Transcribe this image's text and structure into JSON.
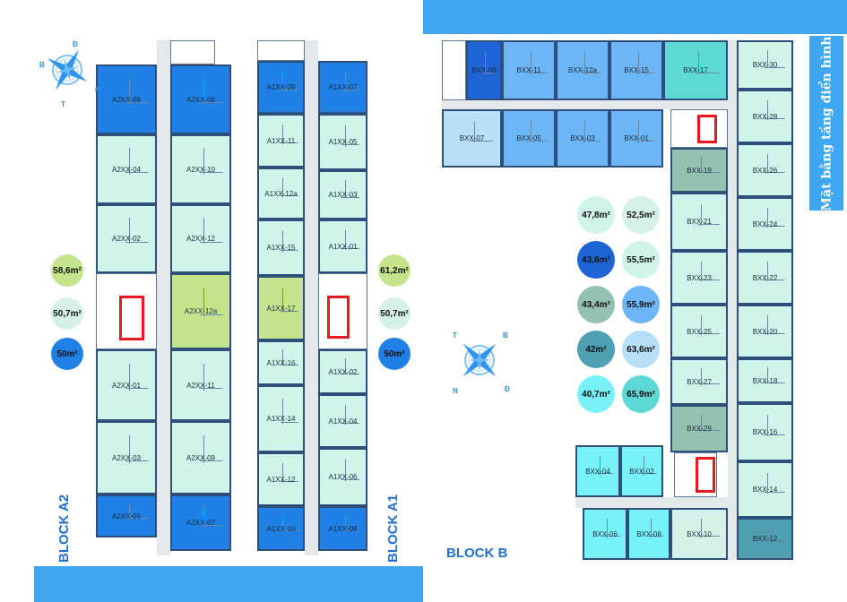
{
  "title": "Mặt bằng tầng điển hình",
  "blocks": {
    "a2": "BLOCK A2",
    "a1": "BLOCK A1",
    "b": "BLOCK B"
  },
  "compass": {
    "n": "B",
    "s": "N",
    "e": "Đ",
    "w": "T"
  },
  "colors": {
    "mint": "#cff5ea",
    "blue": "#1f80e6",
    "green": "#c4e48c",
    "bblue": "#6cb6f6",
    "dblue": "#1e64d6",
    "lblue": "#b8dffa",
    "teal": "#5dd8d4",
    "sage": "#93c2b0",
    "dteal": "#4e9fb2",
    "cyan": "#78f2f8",
    "pale": "#d5f1e8"
  },
  "a2": {
    "units": [
      "A2XX-06",
      "A2XX-04",
      "A2XX-02",
      "A2XX-01",
      "A2XX-03",
      "A2XX-05",
      "A2XX-08",
      "A2XX-10",
      "A2XX-12",
      "A2XX-12a",
      "A2XX-11",
      "A2XX-09",
      "A2XX-07"
    ],
    "areas": [
      "58,6m²",
      "50,7m²",
      "50m²"
    ]
  },
  "a1": {
    "units": [
      "A1XX-09",
      "A1XX-11",
      "A1XX-12a",
      "A1XX-15",
      "A1XX-17",
      "A1XX-16",
      "A1XX-14",
      "A1XX-12",
      "A1XX-10",
      "A1XX-07",
      "A1XX-05",
      "A1XX-03",
      "A1XX-01",
      "A1XX-02",
      "A1XX-04",
      "A1XX-06",
      "A1XX-08"
    ],
    "areas": [
      "61,2m²",
      "50,7m²",
      "50m²"
    ]
  },
  "b": {
    "units": [
      "BXX-09",
      "BXX-11",
      "BXX-12a",
      "BXX-15",
      "BXX-17",
      "BXX-07",
      "BXX-05",
      "BXX-03",
      "BXX-01",
      "BXX-30",
      "BXX-28",
      "BXX-26",
      "BXX-24",
      "BXX-22",
      "BXX-20",
      "BXX-18",
      "BXX-16",
      "BXX-14",
      "BXX-12",
      "BXX-19",
      "BXX-21",
      "BXX-23",
      "BXX-25",
      "BXX-27",
      "BXX-29",
      "BXX-10",
      "BXX-04",
      "BXX-02",
      "BXX-06",
      "BXX-08"
    ],
    "legend": [
      "47,8m²",
      "52,5m²",
      "43,6m²",
      "55,5m²",
      "43,4m²",
      "55,9m²",
      "42m²",
      "63,6m²",
      "40,7m²",
      "65,9m²"
    ]
  }
}
